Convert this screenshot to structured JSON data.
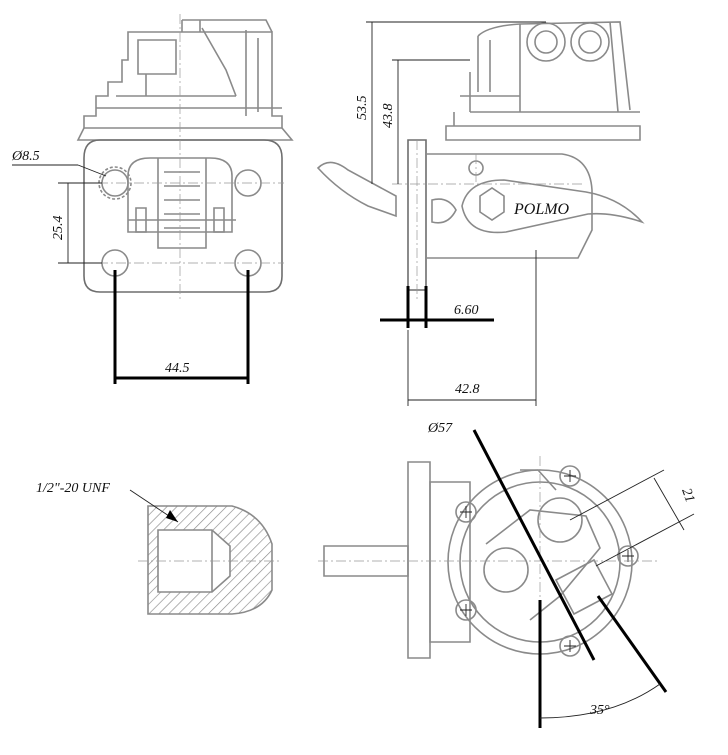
{
  "labels": {
    "hole_dia": "Ø8.5",
    "hole_vspacing": "25.4",
    "hole_hspacing": "44.5",
    "height_total": "53.5",
    "height_inlet": "43.8",
    "flange_thickness": "6.60",
    "depth": "42.8",
    "brand": "POLMO",
    "body_dia": "Ø57",
    "thread": "1/2\"-20 UNF",
    "port_spacing": "21",
    "angle": "35°"
  },
  "colors": {
    "outline": "#8a8a8a",
    "dimension": "#000000",
    "hatch": "#8a8a8a"
  }
}
